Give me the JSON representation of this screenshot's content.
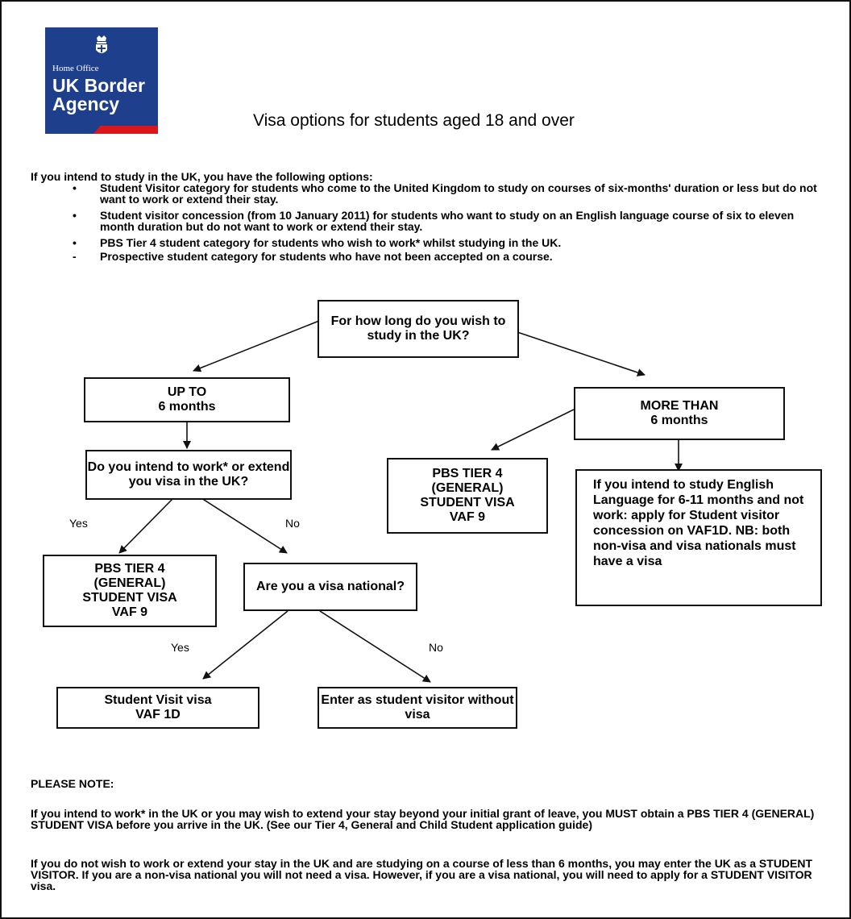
{
  "logo": {
    "small_text": "Home Office",
    "line1": "UK Border",
    "line2": "Agency",
    "brand_blue": "#1e3f8c",
    "brand_red": "#d9161c"
  },
  "title": "Visa options for students aged 18 and over",
  "intro": {
    "lead": "If you intend to study in the UK, you have the following options:",
    "items": [
      {
        "marker": "•",
        "text": "Student Visitor category for students who come to the United Kingdom to study on courses of six-months' duration or less but do not want to work or extend their stay."
      },
      {
        "marker": "•",
        "text": "Student visitor concession (from 10 January 2011) for students who want to study on an English language course of six to eleven month duration but do not want to work or extend their stay."
      },
      {
        "marker": "•",
        "text": "PBS Tier 4 student category for students who wish to work* whilst studying in the UK."
      },
      {
        "marker": "-",
        "text": "Prospective student category for students who have not been accepted on a course."
      }
    ]
  },
  "flow": {
    "q_duration": "For how long do you wish to study in the UK?",
    "up_to_6": "UP TO\n6 months",
    "more_than_6": "MORE THAN\n6 months",
    "q_work": "Do you intend to work* or extend you visa in the UK?",
    "tier4_left": "PBS TIER 4\n(GENERAL)\nSTUDENT VISA\nVAF 9",
    "tier4_right": "PBS TIER 4\n(GENERAL)\nSTUDENT VISA\nVAF 9",
    "q_visa_national": "Are you a visa national?",
    "student_visit_visa": "Student Visit visa\nVAF 1D",
    "enter_without_visa": "Enter as student visitor without visa",
    "english_concession": "If you intend to study English Language for 6-11 months and not work: apply for Student  visitor concession on VAF1D. NB: both non-visa and visa nationals must have a visa",
    "label_yes_1": "Yes",
    "label_no_1": "No",
    "label_yes_2": "Yes",
    "label_no_2": "No"
  },
  "notes": {
    "heading": "PLEASE NOTE:",
    "p1": "If you intend to work* in the UK or you may wish to extend your stay beyond your initial grant of leave, you MUST obtain a PBS TIER 4 (GENERAL) STUDENT VISA before you arrive in the UK. (See our Tier 4, General and Child Student application guide)",
    "p2": "If you do not wish to work or extend your stay in the UK and are studying on a course of less than 6 months, you may enter the UK as a STUDENT VISITOR. If you are a non-visa national you will not need a visa. However, if you are a visa national, you will need to apply for a STUDENT VISITOR visa."
  }
}
